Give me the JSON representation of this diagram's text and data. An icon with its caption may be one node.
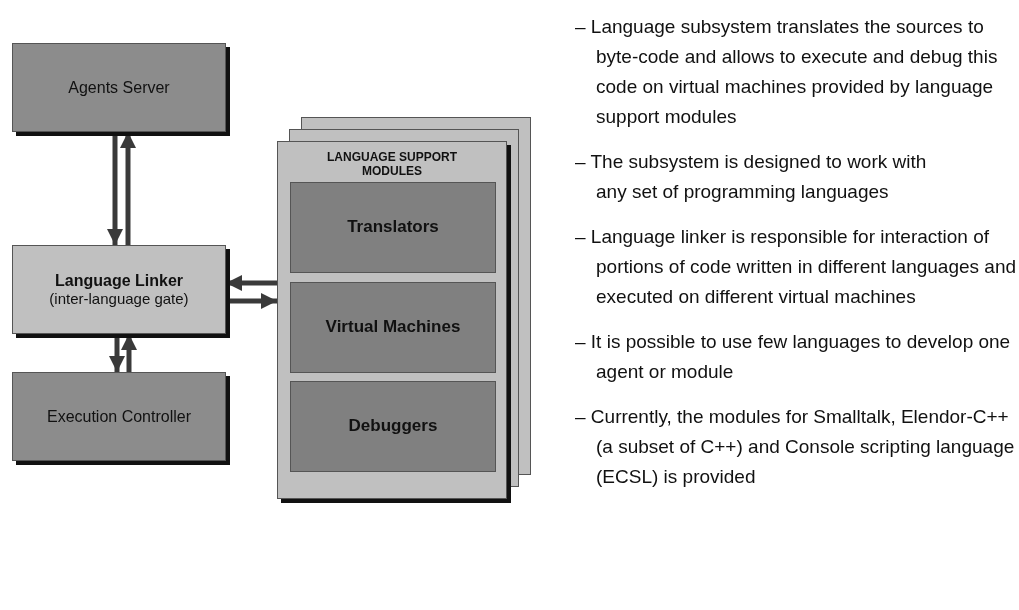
{
  "diagram": {
    "nodes": [
      {
        "text": [
          "Agents Server"
        ]
      },
      {
        "text": [
          "Language Linker",
          "(inter-language gate)"
        ]
      },
      {
        "text": [
          "Execution Controller"
        ]
      },
      {
        "text": [
          "LANGUAGE SUPPORT MODULES"
        ]
      },
      {
        "text": [
          "Translators"
        ],
        "in": 3
      },
      {
        "text": [
          "Virtual Machines"
        ],
        "in": 3
      },
      {
        "text": [
          "Debuggers"
        ],
        "in": 3
      }
    ],
    "edges": [
      {
        "from": 0,
        "to": 1,
        "arrow": "to"
      },
      {
        "from": 1,
        "to": 0,
        "arrow": "to"
      },
      {
        "from": 1,
        "to": 2,
        "arrow": "to"
      },
      {
        "from": 2,
        "to": 1,
        "arrow": "to"
      },
      {
        "from": 3,
        "to": 1,
        "arrow": "to"
      },
      {
        "from": 1,
        "to": 3,
        "arrow": "to"
      }
    ],
    "labels": [
      "– Language subsystem translates the sources to byte-code and allows to execute and debug this code on virtual machines provided by language support modules",
      "– The subsystem is designed to work with any set of programming languages",
      "– Language linker is responsible for interaction of portions of code written in different languages and executed on different virtual machines",
      "– It is possible to use few languages to develop one agent or module",
      "– Currently, the modules for Smalltalk, Elendor-C++ (a subset of C++) and Console scripting language (ECSL) is provided"
    ]
  }
}
